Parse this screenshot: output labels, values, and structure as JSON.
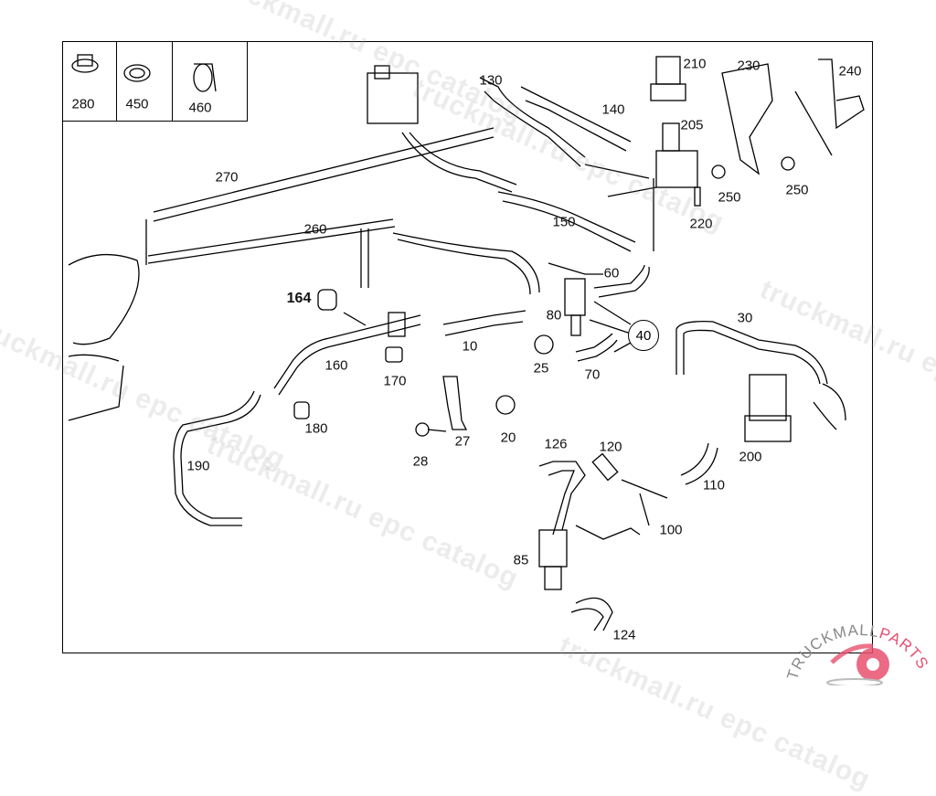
{
  "diagram": {
    "inset_parts": [
      "280",
      "450",
      "460"
    ],
    "part_labels": [
      "210",
      "230",
      "240",
      "130",
      "140",
      "205",
      "250",
      "250",
      "220",
      "270",
      "260",
      "150",
      "60",
      "164",
      "80",
      "30",
      "10",
      "25",
      "70",
      "160",
      "170",
      "180",
      "27",
      "20",
      "28",
      "126",
      "120",
      "200",
      "110",
      "190",
      "100",
      "85",
      "124"
    ],
    "callout": "40",
    "line_color": "#000000"
  },
  "watermark": {
    "text": "truckmall.ru epc catalog",
    "color": "#969696"
  },
  "logo": {
    "text_left": "TRUCKMALL",
    "text_right": "PARTS",
    "brand_color": "#e8506e",
    "gray_color": "#8a8a8a"
  }
}
